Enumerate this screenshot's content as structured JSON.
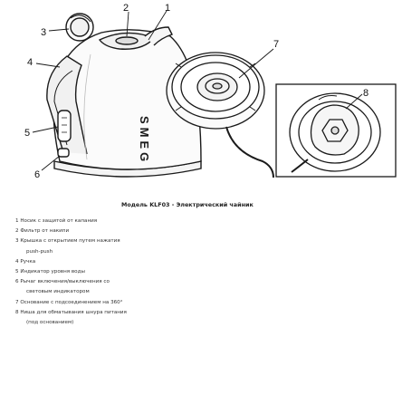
{
  "callouts": [
    "1",
    "2",
    "3",
    "4",
    "5",
    "6",
    "7",
    "8"
  ],
  "brand": "SMEG",
  "caption": "Модель KLF03 - Электрический чайник",
  "parts": [
    {
      "lines": [
        "1 Носик с защитой от капания"
      ]
    },
    {
      "lines": [
        "2 Фильтр от накипи"
      ]
    },
    {
      "lines": [
        "3 Крышка с открытием путем нажатия",
        "push-push"
      ]
    },
    {
      "lines": [
        "4 Ручка"
      ]
    },
    {
      "lines": [
        "5 Индикатор уровня воды"
      ]
    },
    {
      "lines": [
        "6 Рычаг включения/выключения со",
        "световым индикатором"
      ]
    },
    {
      "lines": [
        "7 Основание с подсоединением на 360°"
      ]
    },
    {
      "lines": [
        "8 Ниша для обматывания шнура питания",
        "(под основанием)"
      ]
    }
  ]
}
